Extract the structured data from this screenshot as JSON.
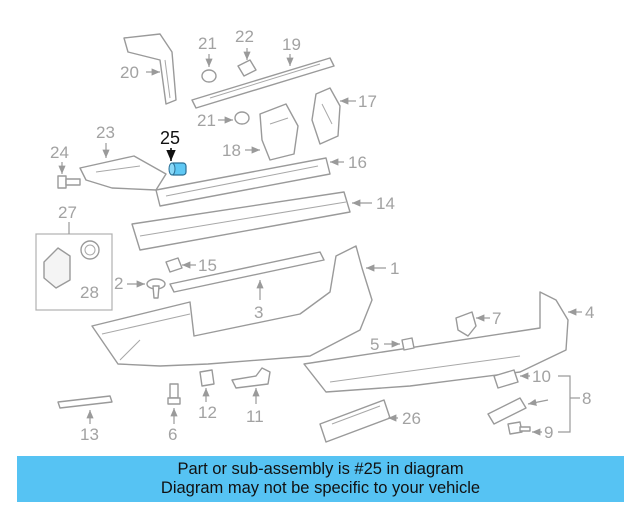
{
  "callouts": {
    "c1": "1",
    "c2": "2",
    "c3": "3",
    "c4": "4",
    "c5": "5",
    "c6": "6",
    "c7": "7",
    "c8": "8",
    "c9": "9",
    "c10": "10",
    "c11": "11",
    "c12": "12",
    "c13": "13",
    "c14": "14",
    "c15": "15",
    "c16": "16",
    "c17": "17",
    "c18": "18",
    "c19": "19",
    "c20": "20",
    "c21a": "21",
    "c21b": "21",
    "c22": "22",
    "c23": "23",
    "c24": "24",
    "c25": "25",
    "c26": "26",
    "c27": "27",
    "c28": "28"
  },
  "highlighted_part": "25",
  "colors": {
    "banner": "#56c3f3",
    "highlight_part": "#5fc8f4",
    "line_art": "#9a9a9a"
  },
  "banner": {
    "line1": "Part or sub-assembly is #25 in diagram",
    "line2": "Diagram may not be specific to your vehicle"
  }
}
